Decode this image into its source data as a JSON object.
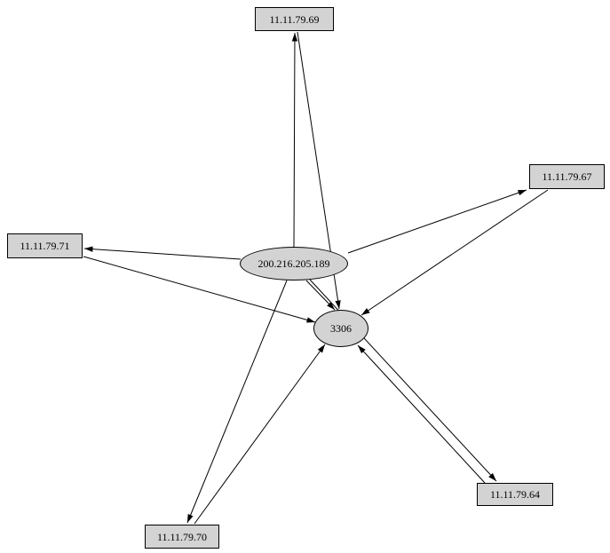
{
  "diagram": {
    "type": "directed-graph",
    "background_color": "#ffffff",
    "node_fill_color": "#d3d3d3",
    "node_border_color": "#000000",
    "edge_color": "#000000"
  },
  "nodes": [
    {
      "id": "n69",
      "label": "11.11.79.69",
      "shape": "box"
    },
    {
      "id": "n67",
      "label": "11.11.79.67",
      "shape": "box"
    },
    {
      "id": "n71",
      "label": "11.11.79.71",
      "shape": "box"
    },
    {
      "id": "center",
      "label": "200.216.205.189",
      "shape": "ellipse"
    },
    {
      "id": "port",
      "label": "3306",
      "shape": "ellipse"
    },
    {
      "id": "n64",
      "label": "11.11.79.64",
      "shape": "box"
    },
    {
      "id": "n70",
      "label": "11.11.79.70",
      "shape": "box"
    }
  ],
  "edges": [
    {
      "from": "200.216.205.189",
      "to": "11.11.79.69"
    },
    {
      "from": "200.216.205.189",
      "to": "11.11.79.67"
    },
    {
      "from": "200.216.205.189",
      "to": "11.11.79.71"
    },
    {
      "from": "200.216.205.189",
      "to": "11.11.79.70"
    },
    {
      "from": "200.216.205.189",
      "to": "11.11.79.64"
    },
    {
      "from": "200.216.205.189",
      "to": "3306"
    },
    {
      "from": "11.11.79.69",
      "to": "3306"
    },
    {
      "from": "11.11.79.67",
      "to": "3306"
    },
    {
      "from": "11.11.79.71",
      "to": "3306"
    },
    {
      "from": "11.11.79.70",
      "to": "3306"
    },
    {
      "from": "11.11.79.64",
      "to": "3306"
    }
  ]
}
